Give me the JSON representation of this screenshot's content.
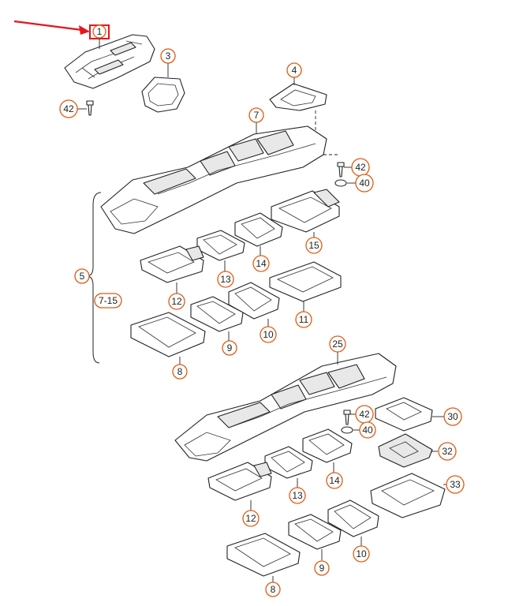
{
  "diagram": {
    "callouts": {
      "c1": "1",
      "c3": "3",
      "c4": "4",
      "c42a": "42",
      "c7": "7",
      "c42b": "42",
      "c40a": "40",
      "c5": "5",
      "c715": "7-15",
      "c15": "15",
      "c14a": "14",
      "c13a": "13",
      "c12a": "12",
      "c11": "11",
      "c10a": "10",
      "c9a": "9",
      "c8a": "8",
      "c25": "25",
      "c42c": "42",
      "c40b": "40",
      "c30": "30",
      "c32": "32",
      "c33": "33",
      "c14b": "14",
      "c13b": "13",
      "c12b": "12",
      "c10b": "10",
      "c9b": "9",
      "c8b": "8"
    },
    "accent_color": "#e05a10",
    "highlight_color": "#e8141c"
  }
}
